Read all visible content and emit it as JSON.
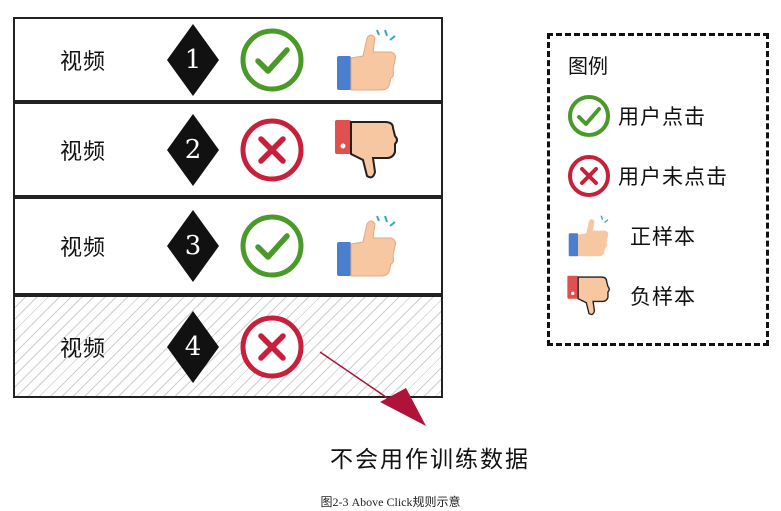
{
  "rows": [
    {
      "label": "视频",
      "number": "1",
      "status": "clicked",
      "sample": "positive"
    },
    {
      "label": "视频",
      "number": "2",
      "status": "not-clicked",
      "sample": "negative"
    },
    {
      "label": "视频",
      "number": "3",
      "status": "clicked",
      "sample": "positive"
    },
    {
      "label": "视频",
      "number": "4",
      "status": "not-clicked",
      "sample": "none"
    }
  ],
  "legend": {
    "title": "图例",
    "clicked": "用户点击",
    "not_clicked": "用户未点击",
    "positive": "正样本",
    "negative": "负样本"
  },
  "bottom_label": "不会用作训练数据",
  "caption": "图2-3 Above Click规则示意",
  "colors": {
    "check": "#4a9a2a",
    "cross": "#c8203a",
    "thumb_skin": "#f6c7a0",
    "thumb_up_cuff": "#4a7fd0",
    "thumb_down_cuff": "#e0504e",
    "arrow": "#b0123a"
  }
}
